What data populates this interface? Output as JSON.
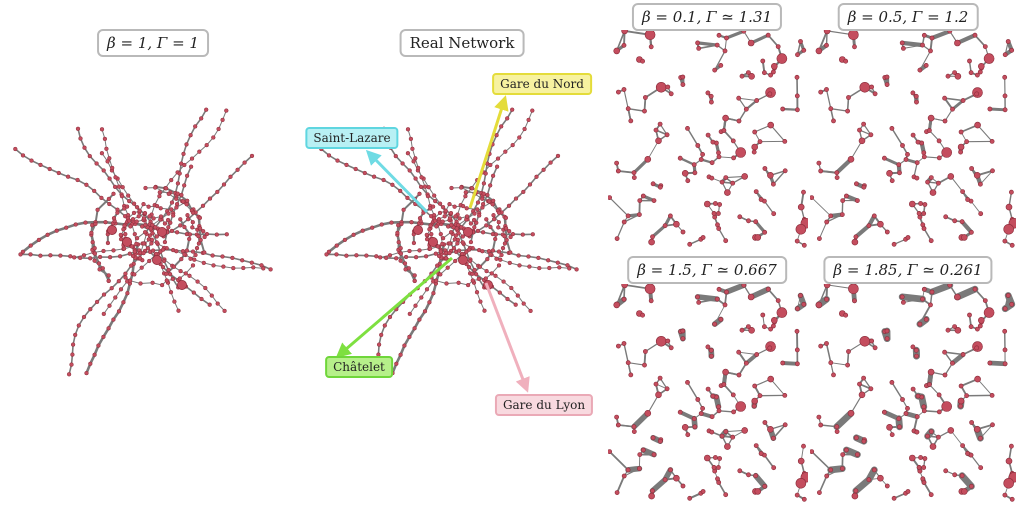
{
  "panels": [
    {
      "id": "model-left",
      "label": "β = 1, Γ = 1"
    },
    {
      "id": "real",
      "label": "Real Network"
    },
    {
      "id": "zoom1",
      "label": "β = 0.1, Γ ≃ 1.31"
    },
    {
      "id": "zoom2",
      "label": "β = 0.5, Γ = 1.2"
    },
    {
      "id": "zoom3",
      "label": "β = 1.5, Γ ≃ 0.667"
    },
    {
      "id": "zoom4",
      "label": "β = 1.85, Γ ≃ 0.261"
    }
  ],
  "callouts": [
    {
      "id": "saint-lazare",
      "label": "Saint-Lazare",
      "fill": "#b8f0f4",
      "stroke": "#5fd6e0"
    },
    {
      "id": "gare-du-nord",
      "label": "Gare du Nord",
      "fill": "#f7f2a0",
      "stroke": "#e4dc3a"
    },
    {
      "id": "chatelet",
      "label": "Châtelet",
      "fill": "#b6f08a",
      "stroke": "#6fd63a"
    },
    {
      "id": "gare-du-lyon",
      "label": "Gare du Lyon",
      "fill": "#f8d9df",
      "stroke": "#eaa9b6"
    }
  ],
  "colors": {
    "node": "#c44d5e",
    "node_stroke": "#8a2c3a",
    "edge": "#7a7a7a"
  }
}
